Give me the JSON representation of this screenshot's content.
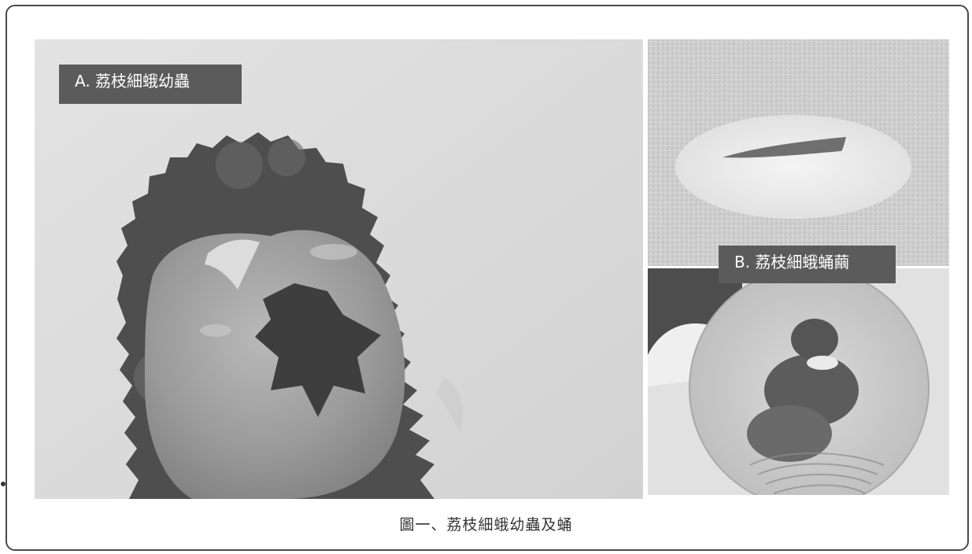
{
  "figure": {
    "label_a": "A. 荔枝細蛾幼蟲",
    "label_b": "B. 荔枝細蛾蛹繭",
    "caption": "圖一、荔枝細蛾幼蟲及蛹"
  },
  "colors": {
    "frame_border": "#4a4a4a",
    "label_background": "#5b5b5b",
    "label_text": "#ffffff",
    "caption_text": "#333333"
  }
}
